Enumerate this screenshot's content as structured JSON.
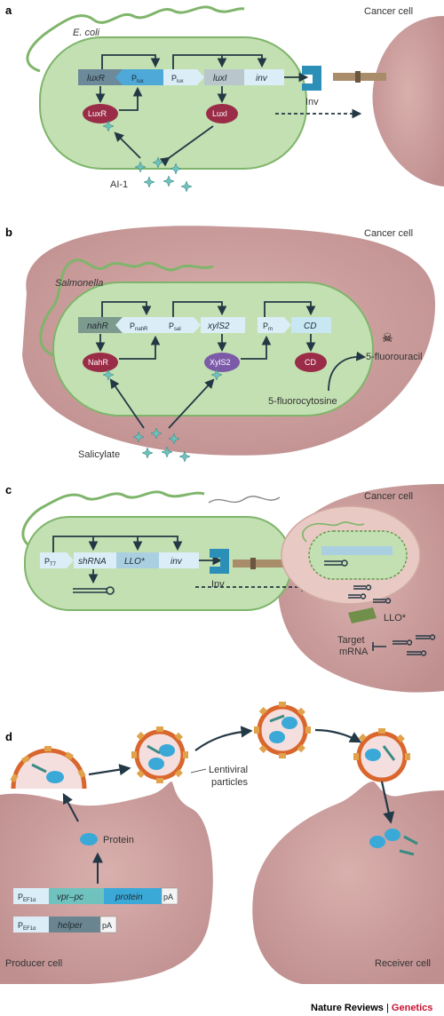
{
  "panel_a": {
    "letter": "a",
    "organism": "E. coli",
    "cell_label": "Cancer cell",
    "genes": [
      "luxR",
      "P",
      "P",
      "luxI",
      "inv"
    ],
    "promoter_sub": [
      "lux",
      "lux"
    ],
    "proteins": [
      "LuxR",
      "LuxI"
    ],
    "inv_label": "Inv",
    "signal": "AI-1"
  },
  "panel_b": {
    "letter": "b",
    "organism": "Salmonella",
    "cell_label": "Cancer cell",
    "genes": [
      "nahR",
      "P",
      "P",
      "xylS2",
      "P",
      "CD"
    ],
    "promoter_sub": [
      "nahR",
      "sal",
      "m"
    ],
    "proteins": [
      "NahR",
      "XylS2",
      "CD"
    ],
    "product": "5-fluorouracil",
    "prodrug": "5-fluorocytosine",
    "inducer": "Salicylate"
  },
  "panel_c": {
    "letter": "c",
    "cell_label": "Cancer cell",
    "genes": [
      "P",
      "shRNA",
      "LLO*",
      "inv"
    ],
    "promoter_sub": [
      "T7"
    ],
    "inv_label": "Inv",
    "llo_label": "LLO*",
    "target_line1": "Target",
    "target_line2": "mRNA"
  },
  "panel_d": {
    "letter": "d",
    "particles_line1": "Lentiviral",
    "particles_line2": "particles",
    "protein_label": "Protein",
    "construct1": [
      "P",
      "vpr–pc",
      "protein",
      "pA"
    ],
    "construct2": [
      "P",
      "helper",
      "pA"
    ],
    "promoter_sub": [
      "EF1α",
      "EF1α"
    ],
    "producer": "Producer cell",
    "receiver": "Receiver cell"
  },
  "footer": {
    "journal": "Nature Reviews",
    "separator": " | ",
    "section": "Genetics"
  },
  "colors": {
    "bacterium": "#c3e0b2",
    "bacterium_edge": "#7fb56b",
    "cancer_cell": "#c99b9b",
    "protein_red": "#9a2c48",
    "protein_purple": "#7c5aa8",
    "signal": "#6fc2bd",
    "virus_coat": "#d9662c",
    "virus_body": "#f4dede",
    "footer_accent": "#c8102e"
  }
}
